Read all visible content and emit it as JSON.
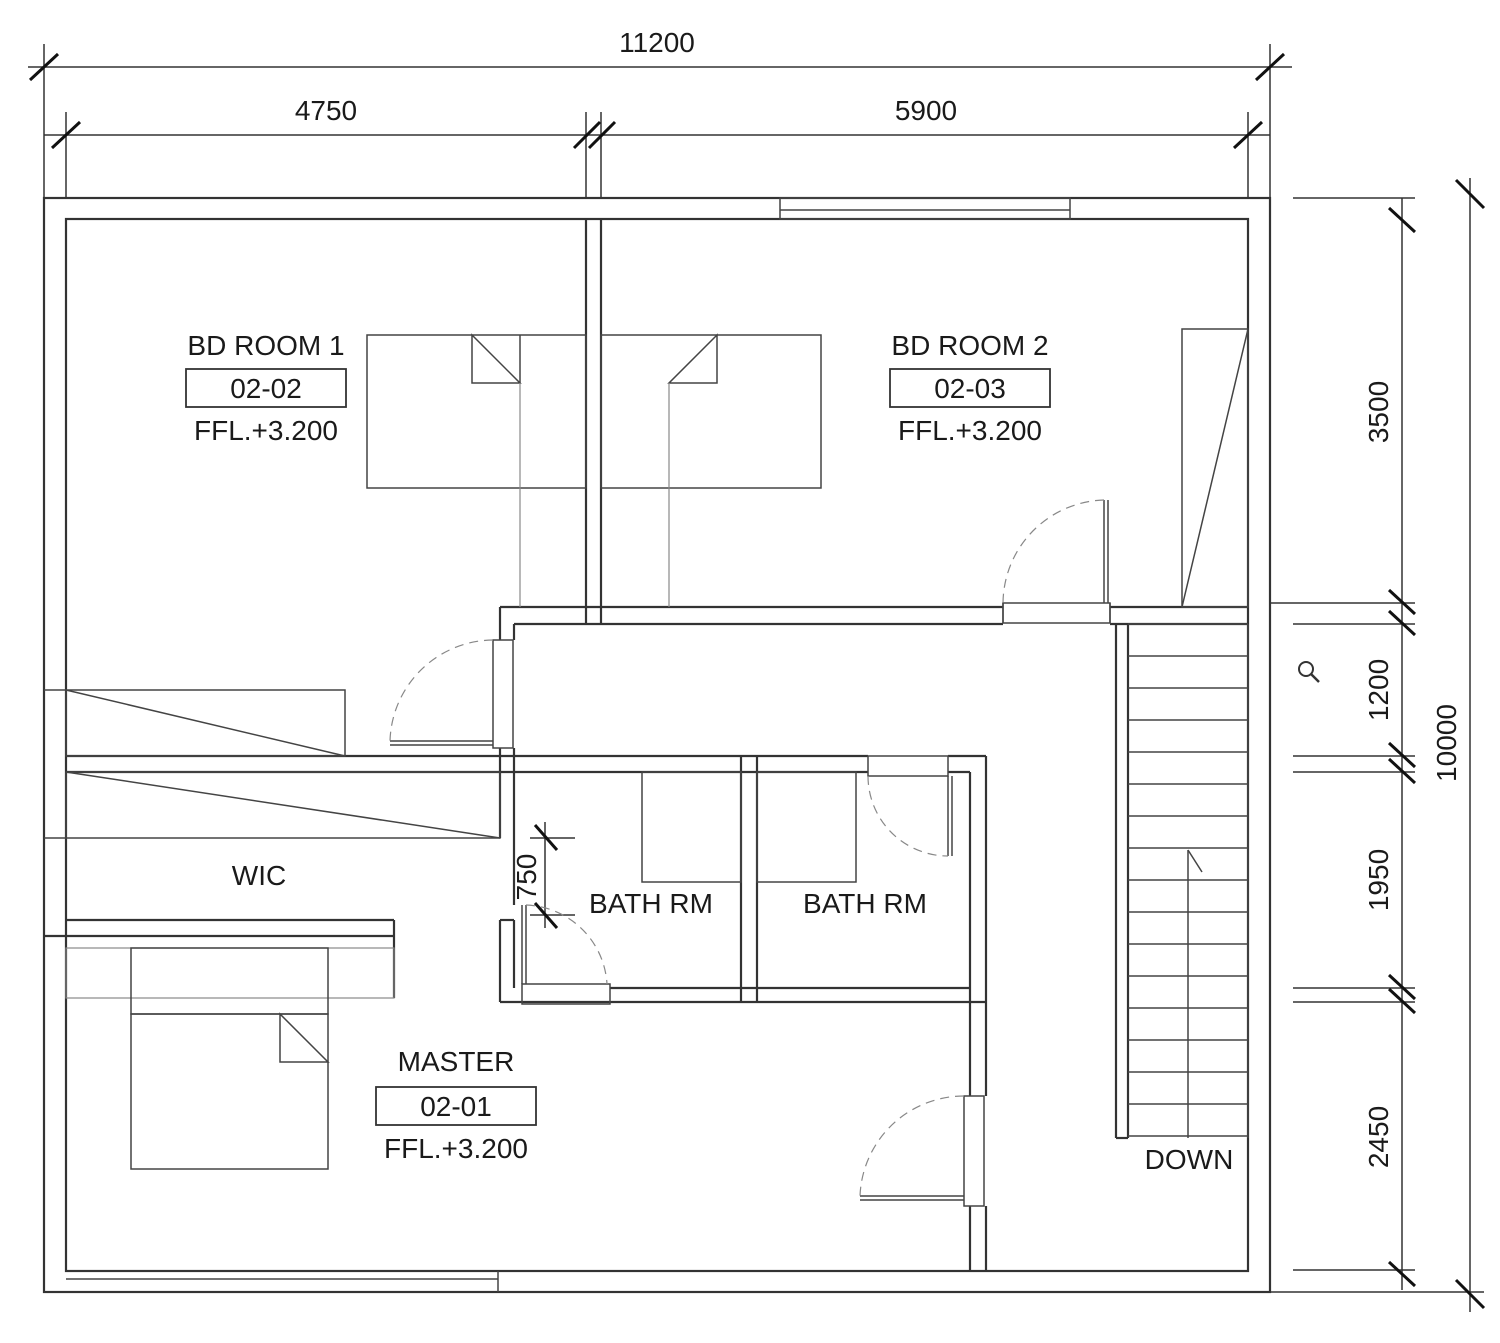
{
  "rooms": {
    "bd1": {
      "name": "BD ROOM 1",
      "code": "02-02",
      "level": "FFL.+3.200"
    },
    "bd2": {
      "name": "BD ROOM 2",
      "code": "02-03",
      "level": "FFL.+3.200"
    },
    "master": {
      "name": "MASTER",
      "code": "02-01",
      "level": "FFL.+3.200"
    },
    "wic": {
      "name": "WIC"
    },
    "bath1": {
      "name": "BATH RM"
    },
    "bath2": {
      "name": "BATH RM"
    }
  },
  "stairs": {
    "label": "DOWN"
  },
  "dimensions": {
    "overall_width": "11200",
    "left_width": "4750",
    "right_width": "5900",
    "overall_depth": "10000",
    "seg_1": "3500",
    "seg_2": "1200",
    "seg_3": "1950",
    "seg_4": "2450",
    "door_offset": "750"
  },
  "icons": {
    "zoom": "magnifier-icon"
  }
}
